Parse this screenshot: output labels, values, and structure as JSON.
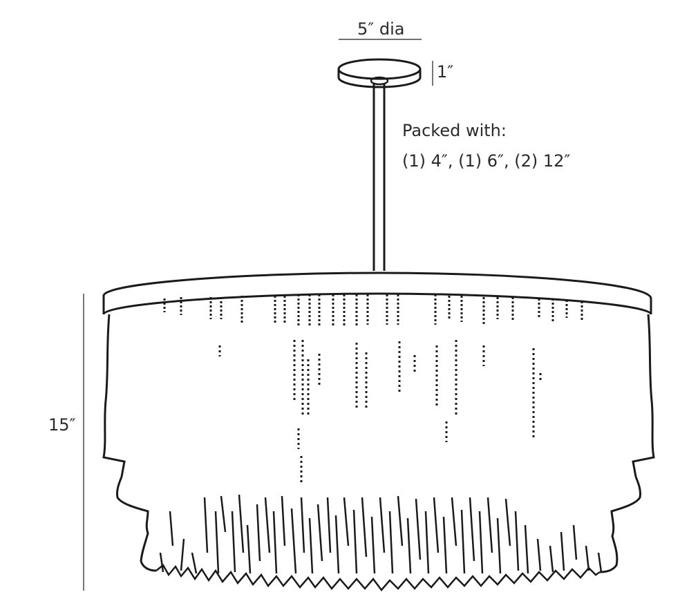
{
  "canopy": {
    "diameter_label": "5″ dia",
    "height_label": "1″"
  },
  "stem": {
    "note_line1": "Packed with:",
    "note_line2": "(1) 4″, (1) 6″, (2) 12″"
  },
  "fixture": {
    "height_label": "15″"
  }
}
